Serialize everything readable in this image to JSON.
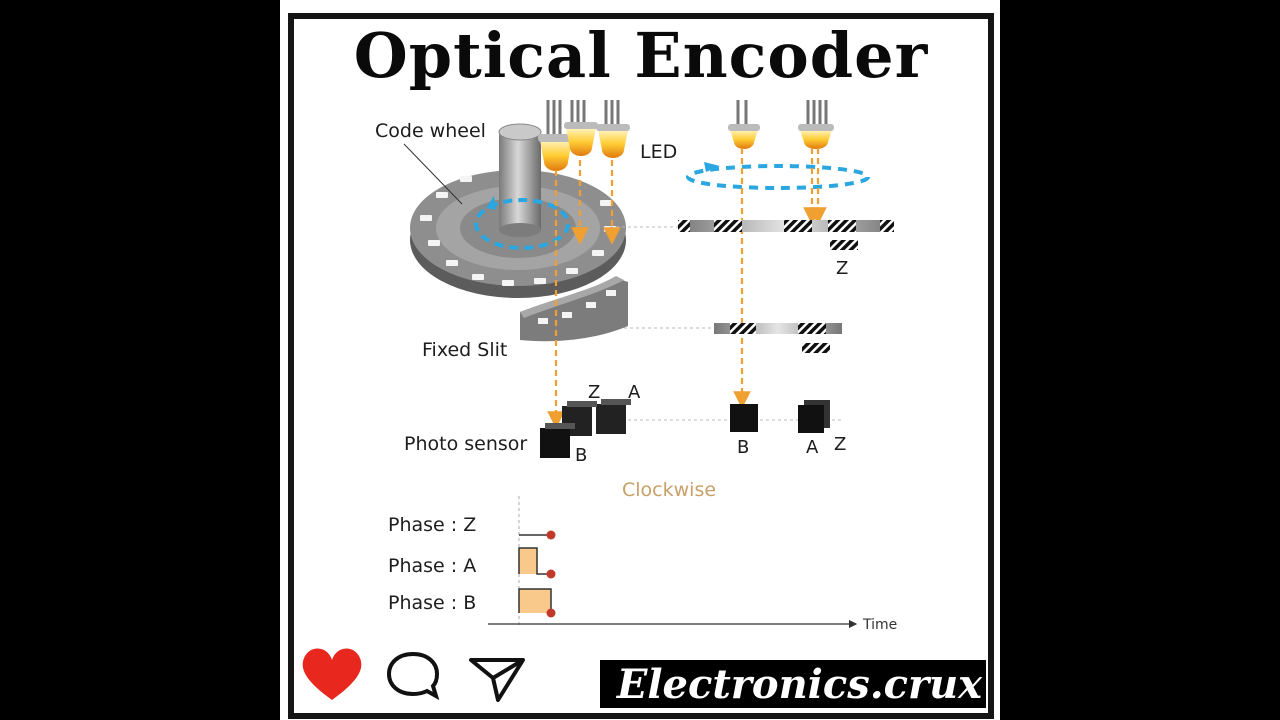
{
  "title": "Optical Encoder",
  "labels": {
    "code_wheel": "Code wheel",
    "led": "LED",
    "fixed_slit": "Fixed Slit",
    "photo_sensor": "Photo sensor",
    "clockwise": "Clockwise",
    "phase_z": "Phase : Z",
    "phase_a": "Phase : A",
    "phase_b": "Phase : B",
    "time": "Time",
    "sensor_z": "Z",
    "sensor_a": "A",
    "sensor_b": "B",
    "slit_z": "Z",
    "right_b": "B",
    "right_a": "A",
    "right_z": "Z"
  },
  "brand": "Electronics.crux",
  "icons": [
    "heart-icon",
    "comment-icon",
    "send-icon"
  ],
  "colors": {
    "beam": "#f0a030",
    "rotation": "#2aa6e0",
    "heart": "#e8281e",
    "pulse_fill": "#f8c98a",
    "pulse_dot": "#c0392b",
    "clockwise": "#c8a068"
  }
}
